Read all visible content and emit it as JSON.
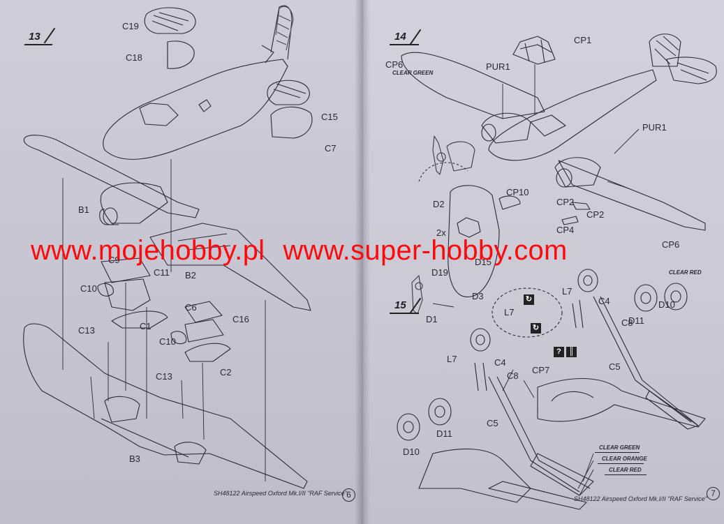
{
  "document": {
    "left_page": {
      "step": "13",
      "labels": {
        "C19": "C19",
        "C18": "C18",
        "C15": "C15",
        "C7": "C7",
        "B1": "B1",
        "C9": "C9",
        "C11": "C11",
        "B2": "B2",
        "C10a": "C10",
        "C1": "C1",
        "C6": "C6",
        "C16": "C16",
        "C13a": "C13",
        "C10b": "C10",
        "C2": "C2",
        "C13b": "C13",
        "B3": "B3"
      },
      "footer": "SH48122  Airspeed Oxford Mk.I/II \"RAF Service\"",
      "page_number": "6"
    },
    "right_page": {
      "steps": [
        "14",
        "15"
      ],
      "labels": {
        "CP1": "CP1",
        "CP6": "CP6",
        "clear_green_top": "CLEAR GREEN",
        "PUR1a": "PUR1",
        "PUR1b": "PUR1",
        "D2": "D2",
        "CP10": "CP10",
        "CP2a": "CP2",
        "CP2b": "CP2",
        "CP4": "CP4",
        "twox": "2x",
        "D15": "D15",
        "D19": "D19",
        "D3": "D3",
        "CP6b": "CP6",
        "clear_red_top": "CLEAR RED",
        "L7a": "L7",
        "L7b": "L7",
        "C4a": "C4",
        "D10a": "D10",
        "D11a": "D11",
        "C8a": "C8",
        "D1": "D1",
        "C5a": "C5",
        "L7c": "L7",
        "C4b": "C4",
        "CP7": "CP7",
        "C8b": "C8",
        "C5b": "C5",
        "D11b": "D11",
        "D10b": "D10"
      },
      "legend": [
        "CLEAR GREEN",
        "CLEAR ORANGE",
        "CLEAR RED"
      ],
      "footer": "SH48122  Airspeed Oxford Mk.I/II \"RAF Service\"",
      "page_number": "7"
    },
    "watermark": [
      "www.mojehobby.pl",
      "www.super-hobby.com"
    ]
  }
}
